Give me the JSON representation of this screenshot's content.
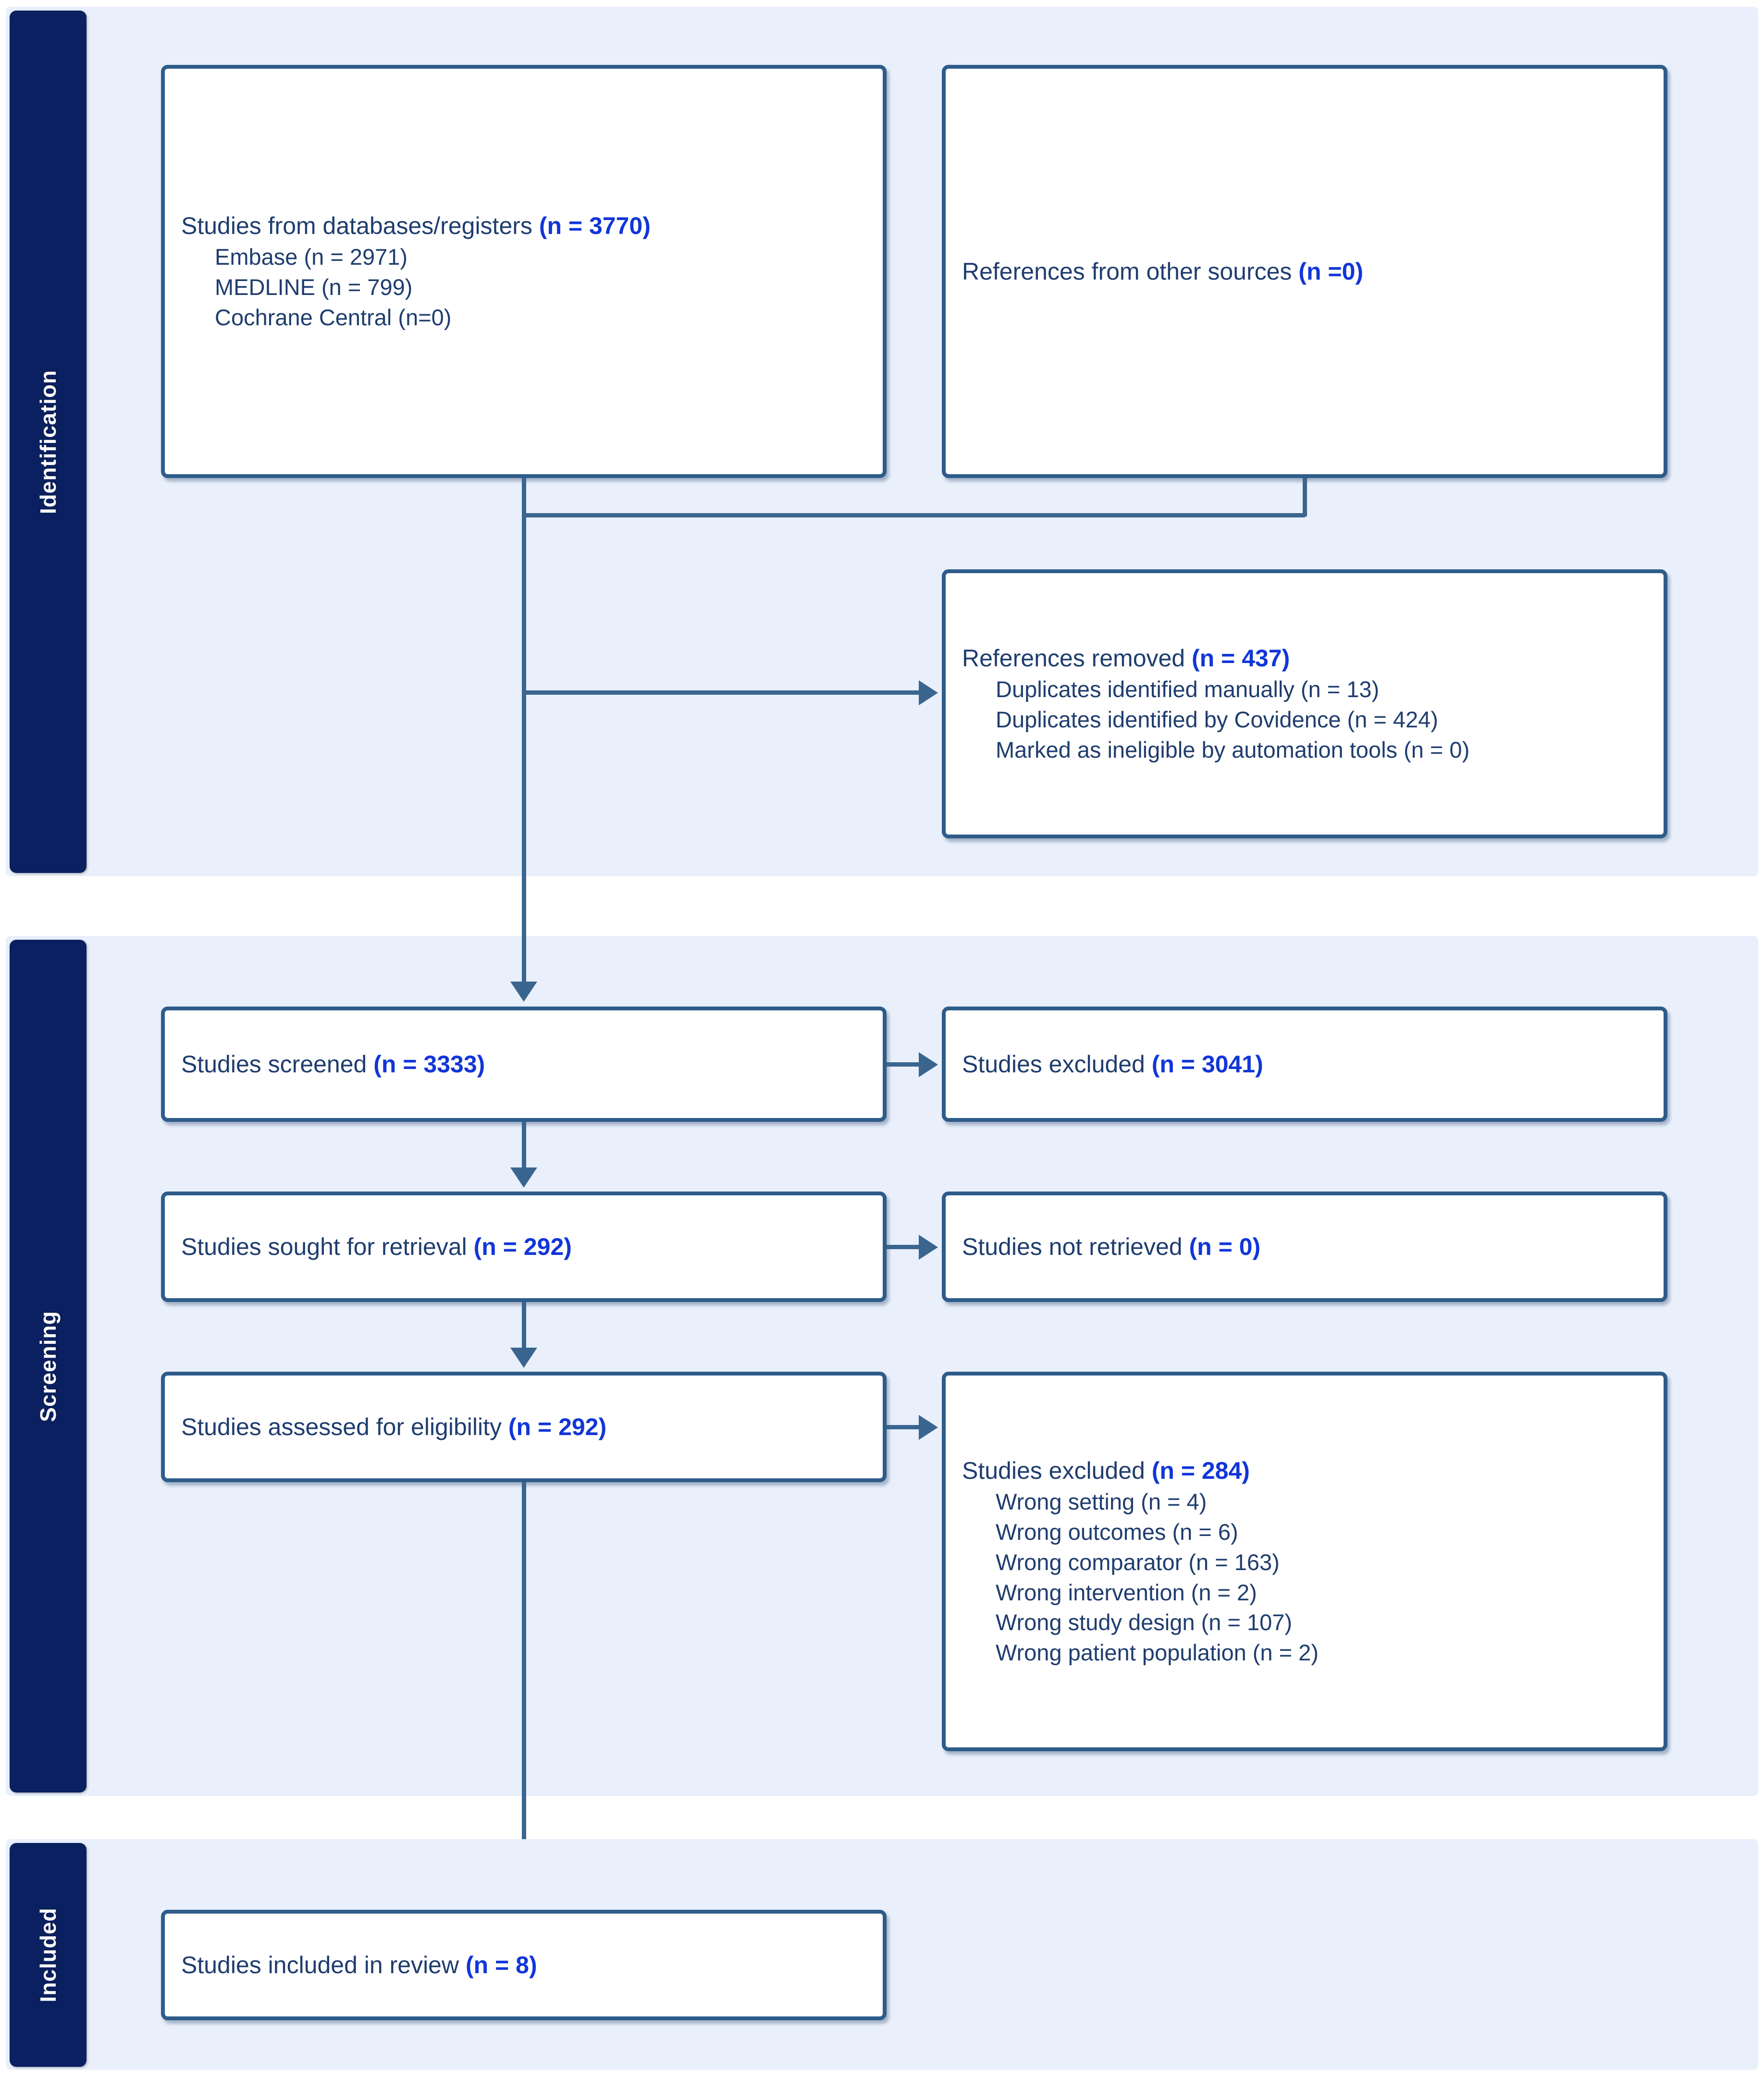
{
  "diagram": {
    "type": "PRISMA flow diagram",
    "stages": [
      {
        "key": "identification",
        "label": "Identification"
      },
      {
        "key": "screening",
        "label": "Screening"
      },
      {
        "key": "included",
        "label": "Included"
      }
    ],
    "colors": {
      "rail_bg": "#0A2060",
      "rail_text": "#FFFFFF",
      "panel_bg": "#E9F0FB",
      "box_border": "#2E5C8A",
      "box_bg": "#FFFFFF",
      "text": "#1F3D6E",
      "count_accent": "#1136D8",
      "connector": "#3A658F"
    }
  },
  "boxes": {
    "databases": {
      "title": "Studies from databases/registers ",
      "count": "(n = 3770)",
      "sub": [
        "Embase (n = 2971)",
        "MEDLINE (n = 799)",
        "Cochrane Central (n=0)"
      ]
    },
    "other_sources": {
      "title": "References from other sources ",
      "count": "(n =0)"
    },
    "removed": {
      "title": "References removed ",
      "count": "(n = 437)",
      "sub": [
        "Duplicates identified manually (n = 13)",
        "Duplicates identified by Covidence (n = 424)",
        "Marked as ineligible by automation tools (n = 0)"
      ]
    },
    "screened": {
      "title": "Studies screened ",
      "count": "(n = 3333)"
    },
    "screened_excluded": {
      "title": "Studies excluded ",
      "count": "(n = 3041)"
    },
    "sought": {
      "title": "Studies sought for retrieval ",
      "count": "(n = 292)"
    },
    "not_retrieved": {
      "title": "Studies not retrieved ",
      "count": "(n = 0)"
    },
    "assessed": {
      "title": "Studies assessed for eligibility ",
      "count": "(n = 292)"
    },
    "eligibility_excluded": {
      "title": "Studies excluded ",
      "count": "(n = 284)",
      "sub": [
        "Wrong setting (n = 4)",
        "Wrong outcomes (n = 6)",
        "Wrong comparator (n = 163)",
        "Wrong intervention (n = 2)",
        "Wrong study design (n = 107)",
        "Wrong patient population (n = 2)"
      ]
    },
    "included": {
      "title": "Studies included in review ",
      "count": "(n = 8)"
    }
  },
  "chart_data": {
    "type": "table",
    "title": "PRISMA 2020 flow diagram",
    "categories": [
      "Studies from databases/registers",
      "References from other sources",
      "References removed",
      "Studies screened",
      "Studies excluded (screening)",
      "Studies sought for retrieval",
      "Studies not retrieved",
      "Studies assessed for eligibility",
      "Studies excluded (eligibility)",
      "Studies included in review"
    ],
    "values": [
      3770,
      0,
      437,
      3333,
      3041,
      292,
      0,
      292,
      284,
      8
    ],
    "breakdowns": {
      "Studies from databases/registers": {
        "Embase": 2971,
        "MEDLINE": 799,
        "Cochrane Central": 0
      },
      "References removed": {
        "Duplicates identified manually": 13,
        "Duplicates identified by Covidence": 424,
        "Marked as ineligible by automation tools": 0
      },
      "Studies excluded (eligibility)": {
        "Wrong setting": 4,
        "Wrong outcomes": 6,
        "Wrong comparator": 163,
        "Wrong intervention": 2,
        "Wrong study design": 107,
        "Wrong patient population": 2
      }
    }
  }
}
